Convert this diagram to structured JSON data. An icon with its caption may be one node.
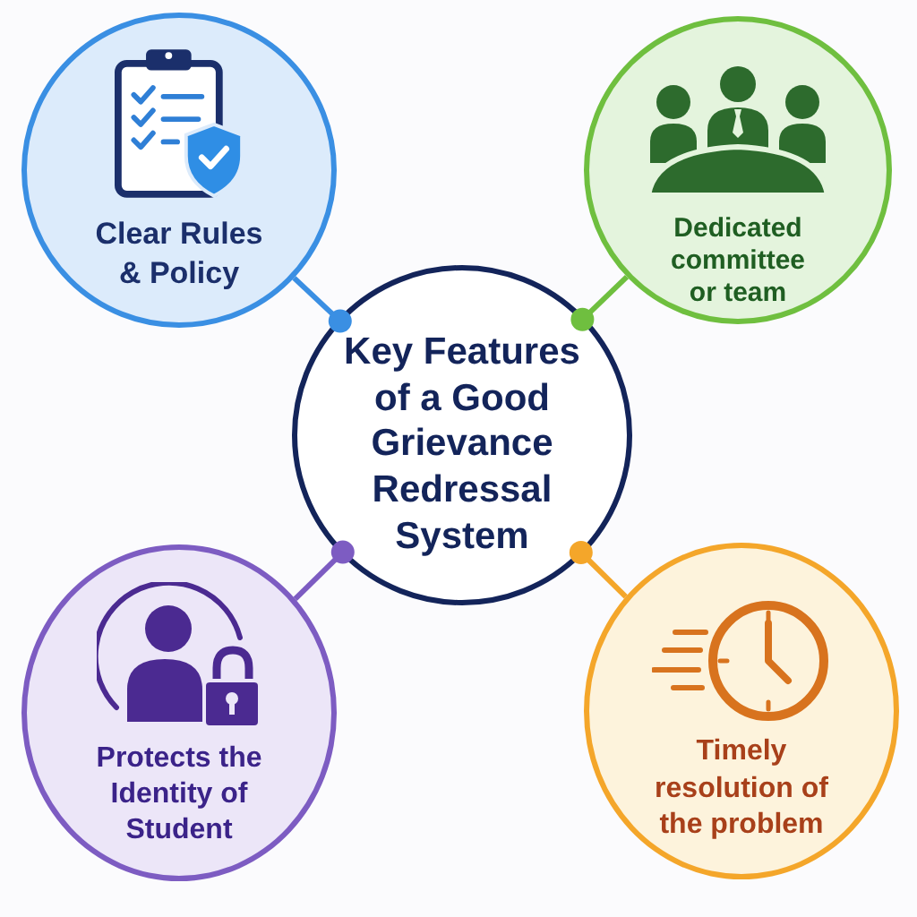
{
  "diagram": {
    "nodes": [
      {
        "text": [
          "Clear Rules & Policy"
        ]
      },
      {
        "text": [
          "Dedicated committee or team"
        ]
      },
      {
        "text": [
          "Key Features of a Good Grievance Redressal System"
        ]
      },
      {
        "text": [
          "Protects the Identity of Student"
        ]
      },
      {
        "text": [
          "Timely resolution of the problem"
        ]
      }
    ],
    "edges": [
      {
        "from": 0,
        "to": 2,
        "arrow": "other",
        "color": "#3a8fe3"
      },
      {
        "from": 1,
        "to": 2,
        "arrow": "other",
        "color": "#6fbf3f"
      },
      {
        "from": 3,
        "to": 2,
        "arrow": "other",
        "color": "#7d5cc2"
      },
      {
        "from": 4,
        "to": 2,
        "arrow": "other",
        "color": "#f4a62a"
      }
    ]
  }
}
